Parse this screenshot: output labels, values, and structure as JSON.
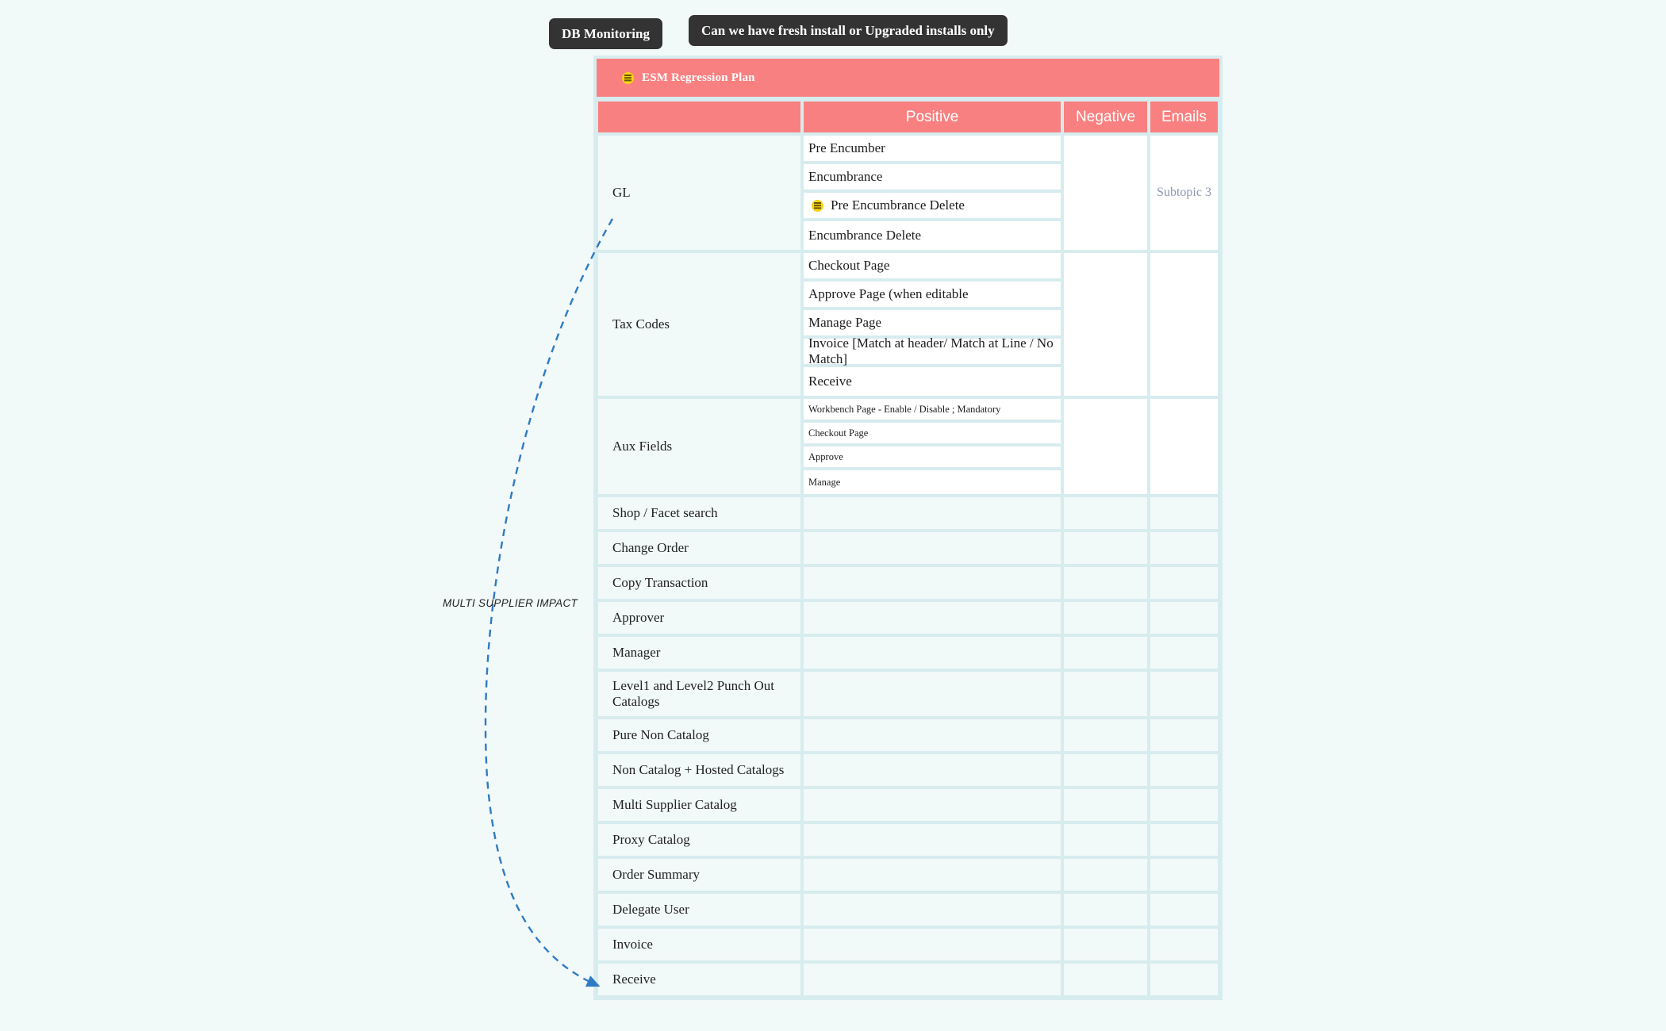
{
  "notes": [
    {
      "label": "DB Monitoring"
    },
    {
      "label": "Can we have fresh install or Upgraded installs only"
    }
  ],
  "table": {
    "title": "ESM Regression Plan",
    "title_icon": "note-icon",
    "columns": [
      "",
      "Positive",
      "Negative",
      "Emails"
    ],
    "rows": [
      {
        "topic": "GL",
        "positive": [
          {
            "text": "Pre Encumber"
          },
          {
            "text": "Encumbrance"
          },
          {
            "text": "Pre Encumbrance Delete",
            "icon": "note-icon"
          },
          {
            "text": "Encumbrance Delete"
          }
        ],
        "negative": "",
        "emails": "Subtopic 3"
      },
      {
        "topic": "Tax Codes",
        "positive": [
          {
            "text": "Checkout Page"
          },
          {
            "text": "Approve Page (when editable"
          },
          {
            "text": "Manage Page"
          },
          {
            "text": "Invoice [Match at header/  Match at Line / No Match]"
          },
          {
            "text": "Receive"
          }
        ],
        "negative": "",
        "emails": ""
      },
      {
        "topic": "Aux Fields",
        "small": true,
        "positive": [
          {
            "text": "Workbench Page - Enable / Disable  ; Mandatory"
          },
          {
            "text": "Checkout Page"
          },
          {
            "text": "Approve"
          },
          {
            "text": "Manage"
          }
        ],
        "negative": "",
        "emails": ""
      },
      {
        "topic": "Shop / Facet search",
        "positive": [],
        "negative": "",
        "emails": ""
      },
      {
        "topic": "Change Order",
        "positive": [],
        "negative": "",
        "emails": ""
      },
      {
        "topic": "Copy Transaction",
        "positive": [],
        "negative": "",
        "emails": ""
      },
      {
        "topic": "Approver",
        "positive": [],
        "negative": "",
        "emails": ""
      },
      {
        "topic": "Manager",
        "positive": [],
        "negative": "",
        "emails": ""
      },
      {
        "topic": "Level1 and Level2 Punch Out Catalogs",
        "positive": [],
        "negative": "",
        "emails": ""
      },
      {
        "topic": "Pure Non Catalog",
        "positive": [],
        "negative": "",
        "emails": ""
      },
      {
        "topic": "Non Catalog + Hosted Catalogs",
        "positive": [],
        "negative": "",
        "emails": ""
      },
      {
        "topic": "Multi Supplier Catalog",
        "positive": [],
        "negative": "",
        "emails": ""
      },
      {
        "topic": "Proxy Catalog",
        "positive": [],
        "negative": "",
        "emails": ""
      },
      {
        "topic": "Order Summary",
        "positive": [],
        "negative": "",
        "emails": ""
      },
      {
        "topic": "Delegate User",
        "positive": [],
        "negative": "",
        "emails": ""
      },
      {
        "topic": "Invoice",
        "positive": [],
        "negative": "",
        "emails": ""
      },
      {
        "topic": "Receive",
        "positive": [],
        "negative": "",
        "emails": ""
      }
    ]
  },
  "annotation": {
    "label": "MULTI SUPPLIER IMPACT",
    "color": "#2f7bc4"
  },
  "colors": {
    "page_background": "#f2f9f9",
    "header_pink": "#f98080",
    "grid_border": "#d7ecee",
    "cell_background": "#f2f9f9",
    "subitem_background": "#ffffff",
    "note_background": "#333333",
    "subtopic_text": "#8f97b2"
  }
}
